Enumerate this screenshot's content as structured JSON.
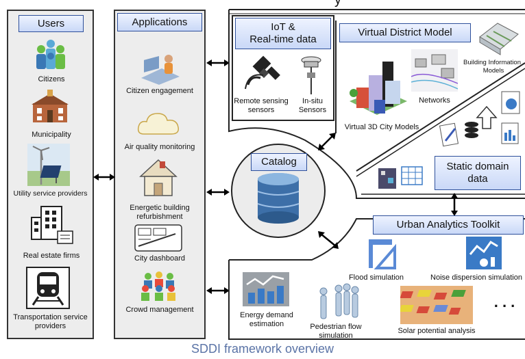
{
  "caption": "SDDI framework overview",
  "top_partial_title": "y",
  "users": {
    "title": "Users",
    "items": [
      {
        "label": "Citizens",
        "icon": "citizens-icon"
      },
      {
        "label": "Municipality",
        "icon": "municipality-icon"
      },
      {
        "label": "Utility service providers",
        "icon": "utility-icon"
      },
      {
        "label": "Real estate firms",
        "icon": "real-estate-icon"
      },
      {
        "label": "Transportation service",
        "label2": "providers",
        "icon": "train-icon"
      }
    ]
  },
  "applications": {
    "title": "Applications",
    "items": [
      {
        "label": "Citizen engagement",
        "icon": "engagement-icon"
      },
      {
        "label": "Air quality monitoring",
        "icon": "cloud-icon"
      },
      {
        "label": "Energetic building",
        "label2": "refurbishment",
        "icon": "house-icon"
      },
      {
        "label": "City dashboard",
        "icon": "dashboard-icon"
      },
      {
        "label": "Crowd management",
        "icon": "crowd-icon"
      }
    ]
  },
  "iot": {
    "title": "IoT &",
    "title2": "Real-time data",
    "remote": "Remote sensing",
    "remote2": "sensors",
    "insitu": "In-situ",
    "insitu2": "Sensors"
  },
  "vdm": {
    "title": "Virtual District Model",
    "bim": "Building Information",
    "bim2": "Models",
    "networks": "Networks",
    "city3d": "Virtual 3D City Models"
  },
  "catalog": {
    "title": "Catalog"
  },
  "static": {
    "title": "Static domain",
    "title2": "data"
  },
  "toolkit": {
    "title": "Urban Analytics Toolkit",
    "flood": "Flood simulation",
    "noise": "Noise dispersion simulation",
    "energy": "Energy demand",
    "energy2": "estimation",
    "ped": "Pedestrian flow",
    "ped2": "simulation",
    "solar": "Solar potential analysis",
    "ellipsis": ". . ."
  },
  "colors": {
    "title_border": "#2d4f9a",
    "title_fill": "#c9d8f7",
    "caption": "#5a73a6",
    "db": "#3d6fa8"
  }
}
